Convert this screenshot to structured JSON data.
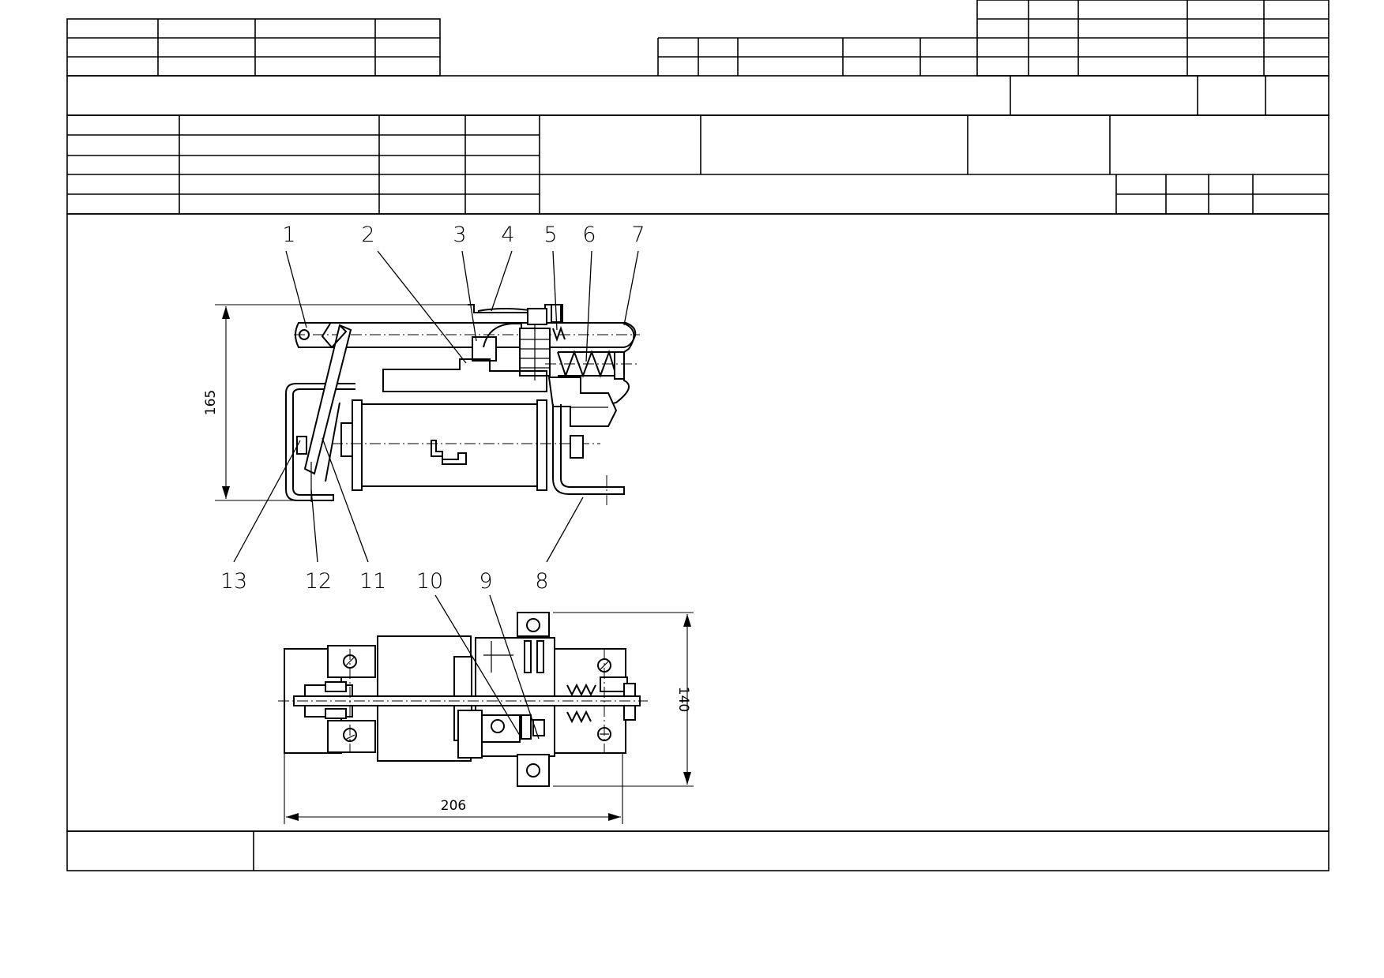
{
  "drawing": {
    "callouts": [
      "1",
      "2",
      "3",
      "4",
      "5",
      "6",
      "7",
      "8",
      "9",
      "10",
      "11",
      "12",
      "13"
    ],
    "dimensions": {
      "height_side_view": "165",
      "height_top_view": "140",
      "length_top_view": "206"
    }
  }
}
